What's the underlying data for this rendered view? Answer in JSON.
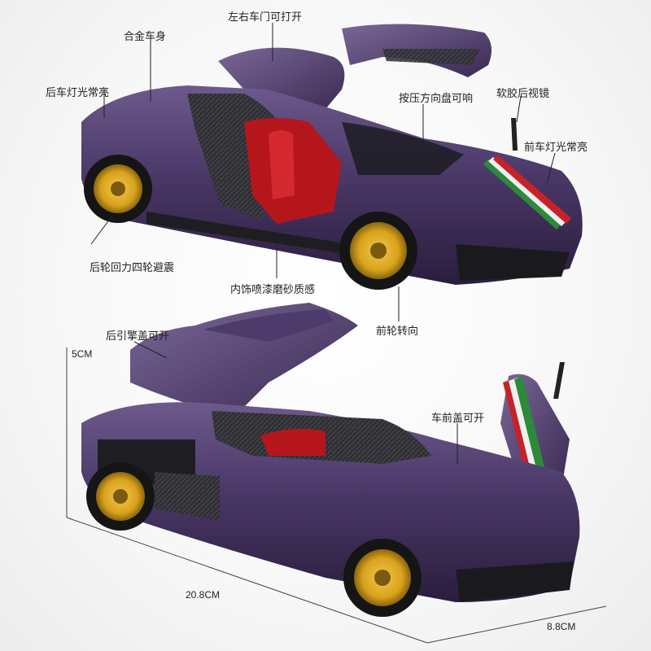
{
  "top_car_labels": {
    "doors": "左右车门可打开",
    "body": "合金车身",
    "rear_lights": "后车灯光常亮",
    "horn": "按压方向盘可响",
    "mirror": "软胶后视镜",
    "front_lights": "前车灯光常亮",
    "rear_suspension": "后轮回力四轮避震",
    "interior": "内饰喷漆磨砂质感",
    "steering": "前轮转向"
  },
  "bottom_car_labels": {
    "engine_cover": "后引擎盖可开",
    "front_hood": "车前盖可开"
  },
  "dimensions": {
    "height": "5CM",
    "length": "20.8CM",
    "width": "8.8CM"
  },
  "colors": {
    "body_purple": "#3b2a55",
    "wheel_gold": "#d8a21c",
    "interior_red": "#b5161c",
    "carbon": "#2a2a2e"
  }
}
